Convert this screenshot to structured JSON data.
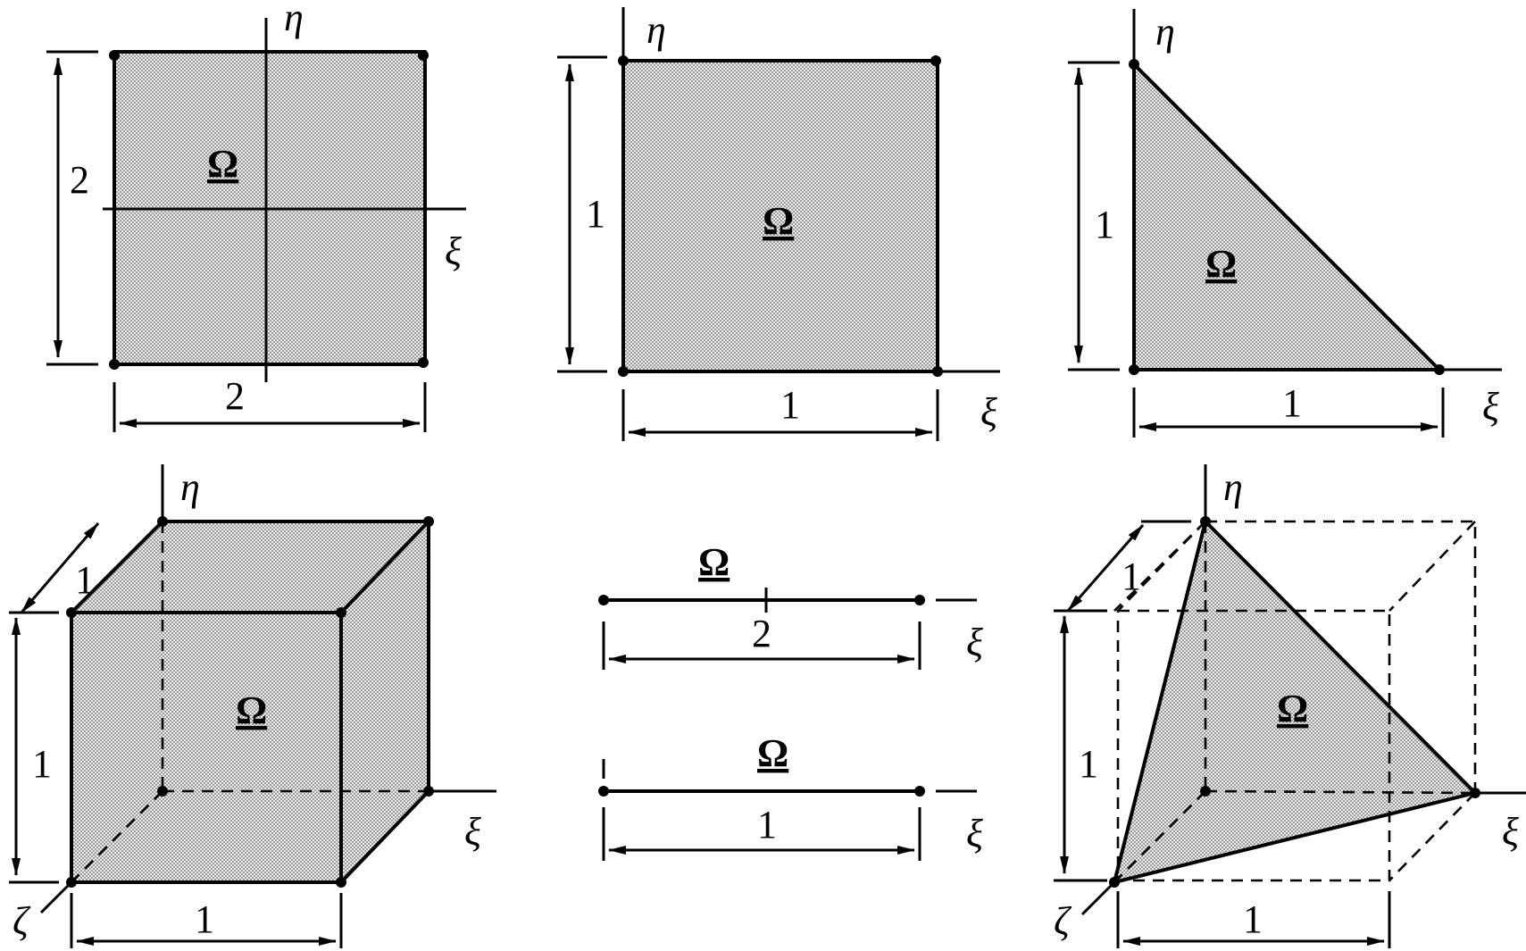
{
  "labels": {
    "omega": "Ω",
    "xi": "ξ",
    "eta": "η",
    "zeta": "ζ"
  },
  "square_2x2": {
    "width": "2",
    "height": "2"
  },
  "unit_square": {
    "width": "1",
    "height": "1"
  },
  "unit_triangle": {
    "width": "1",
    "height": "1"
  },
  "unit_cube": {
    "depth": "1",
    "height": "1",
    "width": "1"
  },
  "segment_2": {
    "length": "2"
  },
  "segment_1": {
    "length": "1"
  },
  "unit_tetrahedron": {
    "depth": "1",
    "height": "1",
    "width": "1"
  }
}
